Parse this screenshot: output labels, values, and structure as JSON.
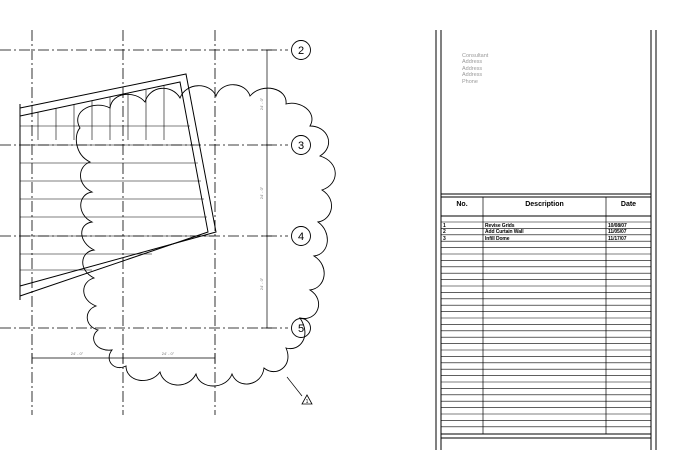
{
  "grid_labels": [
    "2",
    "3",
    "4",
    "5"
  ],
  "dimensions": {
    "vertical": [
      "24' - 0\"",
      "24' - 0\"",
      "24' - 0\""
    ],
    "horizontal": [
      "24' - 0\"",
      "24' - 0\""
    ]
  },
  "revision_tag": "1",
  "title_block": {
    "consultant_lines": [
      "Consultant",
      "Address",
      "Address",
      "Address",
      "Phone"
    ],
    "table_headers": {
      "no": "No.",
      "description": "Description",
      "date": "Date"
    },
    "revisions": [
      {
        "no": "1",
        "description": "Revise Grids",
        "date": "10/08/07"
      },
      {
        "no": "2",
        "description": "Add Curtain Wall",
        "date": "11/05/07"
      },
      {
        "no": "3",
        "description": "Infill Dome",
        "date": "11/17/07"
      }
    ]
  }
}
